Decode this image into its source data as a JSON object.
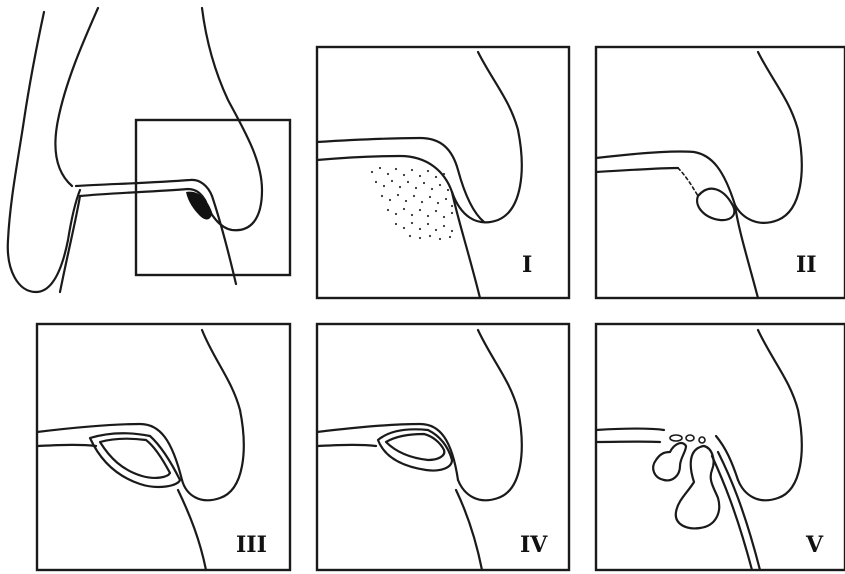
{
  "panels": [
    {
      "id": "overview",
      "label": ""
    },
    {
      "id": "stage-1",
      "label": "I"
    },
    {
      "id": "stage-2",
      "label": "II"
    },
    {
      "id": "stage-3",
      "label": "III"
    },
    {
      "id": "stage-4",
      "label": "IV"
    },
    {
      "id": "stage-5",
      "label": "V"
    }
  ],
  "colors": {
    "line": "#1a1a1a",
    "background": "#ffffff"
  }
}
